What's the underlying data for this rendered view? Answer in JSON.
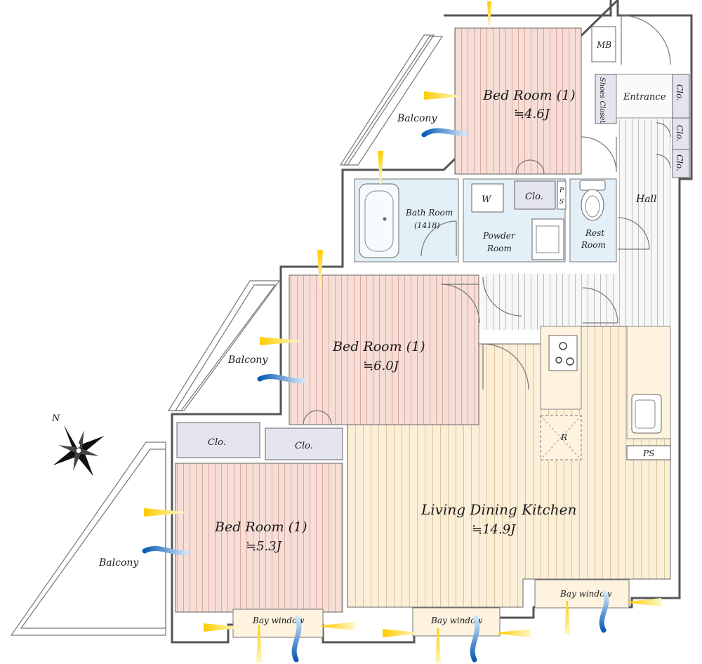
{
  "rooms": {
    "bed1": {
      "name": "Bed Room (1)",
      "size": "≒4.6J"
    },
    "bed2": {
      "name": "Bed Room (1)",
      "size": "≒6.0J"
    },
    "bed3": {
      "name": "Bed Room (1)",
      "size": "≒5.3J"
    },
    "ldk": {
      "name": "Living Dining Kitchen",
      "size": "≒14.9J"
    },
    "bath": {
      "name": "Bath Room",
      "note": "(1418)"
    },
    "powder": {
      "name1": "Powder",
      "name2": "Room"
    },
    "rest": {
      "name1": "Rest",
      "name2": "Room"
    }
  },
  "labels": {
    "mb": "MB",
    "shoes_closet": "Shoes Closet",
    "entrance": "Entrance",
    "clo": "Clo.",
    "hall": "Hall",
    "balcony": "Balcony",
    "bay_window": "Bay window",
    "washer": "W",
    "ps_small_p": "P",
    "ps_small_s": "S",
    "ps": "PS",
    "fridge": "R",
    "north": "N"
  },
  "colors": {
    "bedroom": "#f6ddd6",
    "ldk": "#fbefd8",
    "wet": "#e3f0f8",
    "closet": "#e4e4ef",
    "hall": "#f2f2f2",
    "wind": "#2a7fd0",
    "sun": "#ffd21a"
  }
}
